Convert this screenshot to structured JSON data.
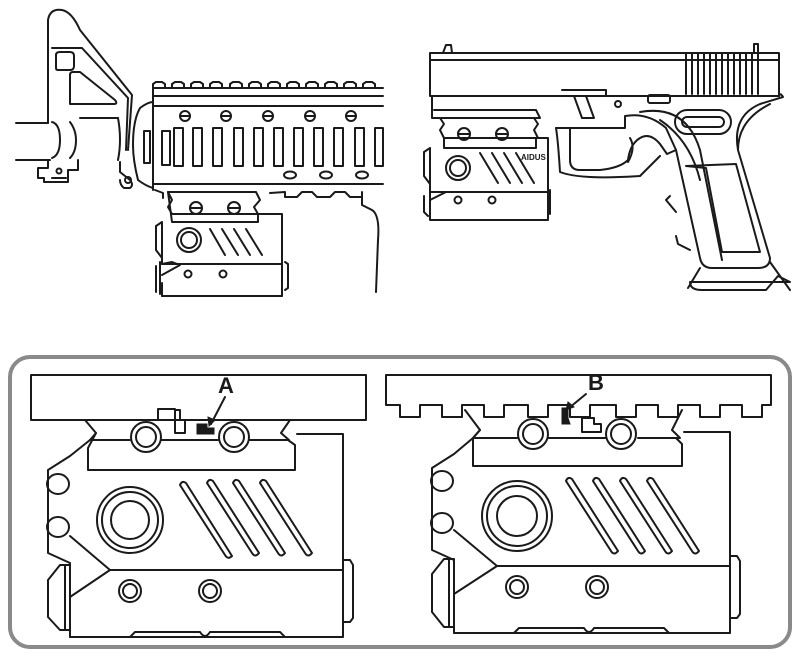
{
  "diagram": {
    "title": "Rail-mounted laser sight installation diagram",
    "top_left": {
      "description": "Laser sight mounted on rifle quad rail"
    },
    "top_right": {
      "description": "Laser sight mounted on pistol accessory rail",
      "brand_label": "AIDUS"
    },
    "bottom_panel": {
      "detail_a": {
        "label": "A",
        "description": "Mount lug position on flat rail"
      },
      "detail_b": {
        "label": "B",
        "description": "Mount lug seated in Picatinny rail slot"
      }
    },
    "colors": {
      "line": "#1a1a1a",
      "frame": "#8a8a8a",
      "background": "#ffffff"
    }
  }
}
